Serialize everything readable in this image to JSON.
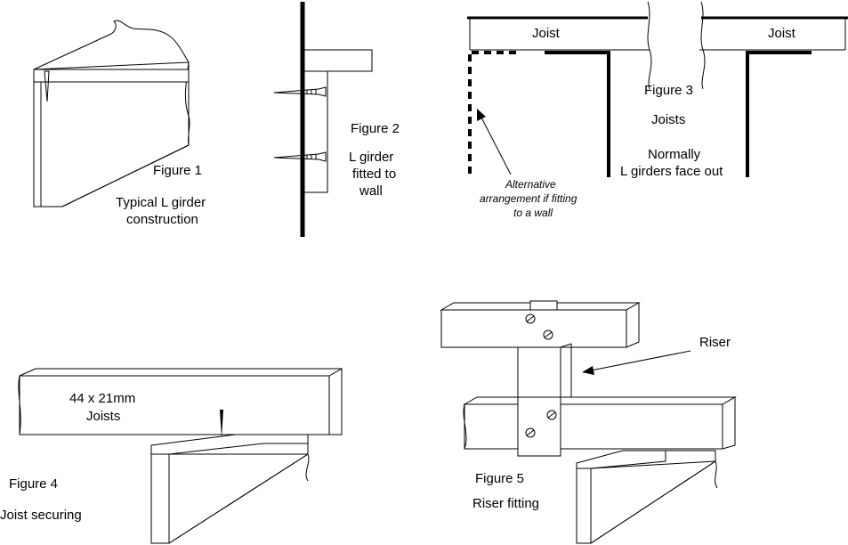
{
  "figure1": {
    "caption": "Figure 1",
    "line1": "Typical L girder",
    "line2": "construction"
  },
  "figure2": {
    "caption": "Figure 2",
    "line1": "L girder",
    "line2": "fitted to",
    "line3": "wall"
  },
  "figure3": {
    "joist_left": "Joist",
    "joist_right": "Joist",
    "caption": "Figure 3",
    "subtitle": "Joists",
    "note1": "Normally",
    "note2": "L girders face out",
    "alt1": "Alternative",
    "alt2": "arrangement if fitting",
    "alt3": "to a wall"
  },
  "figure4": {
    "dim1": "44 x 21mm",
    "dim2": "Joists",
    "caption": "Figure 4",
    "label": "Joist securing"
  },
  "figure5": {
    "riser": "Riser",
    "caption": "Figure 5",
    "label": "Riser fitting"
  }
}
